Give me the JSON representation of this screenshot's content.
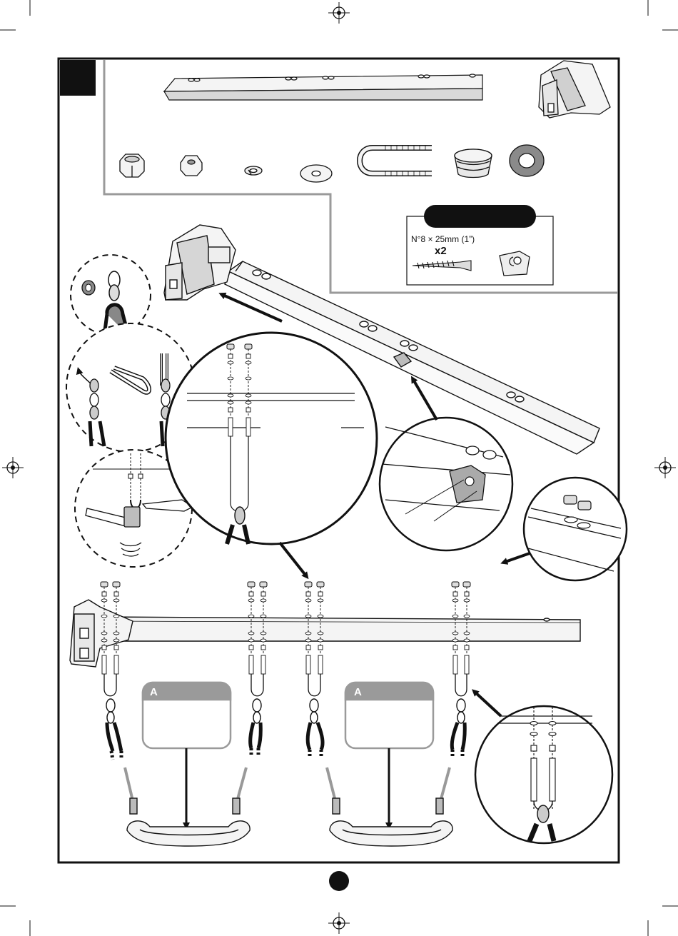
{
  "screw_pack": {
    "spec": "N°8 × 25mm (1”)",
    "qty": "x2"
  },
  "seat_labels": [
    "A",
    "A"
  ],
  "colors": {
    "ink": "#111111",
    "frame_gray": "#9a9a9a",
    "part_fill": "#f4f4f4",
    "part_shade": "#c8c8c8"
  },
  "icons": [
    "registration-mark-icon",
    "hammer-icon",
    "arrow-icon"
  ]
}
